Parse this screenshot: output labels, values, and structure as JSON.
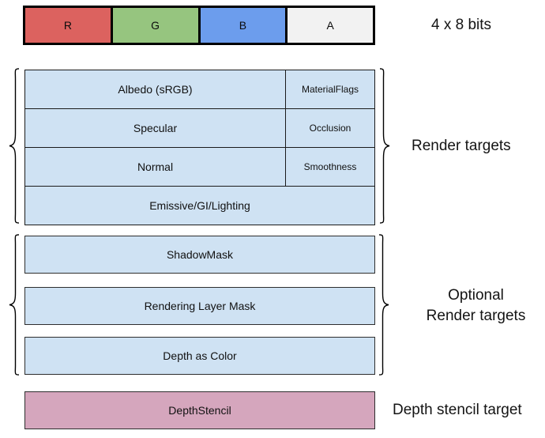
{
  "format_bar": {
    "bits_label": "4 x 8 bits",
    "cells": [
      {
        "label": "R",
        "color": "#dc625f"
      },
      {
        "label": "G",
        "color": "#96c57f"
      },
      {
        "label": "B",
        "color": "#6c9ded"
      },
      {
        "label": "A",
        "color": "#f2f2f2"
      }
    ]
  },
  "render_targets": {
    "group_label": "Render targets",
    "rows": [
      {
        "main": "Albedo (sRGB)",
        "alpha": "MaterialFlags"
      },
      {
        "main": "Specular",
        "alpha": "Occlusion"
      },
      {
        "main": "Normal",
        "alpha": "Smoothness"
      },
      {
        "main": "Emissive/GI/Lighting"
      }
    ]
  },
  "optional_targets": {
    "group_label_line1": "Optional",
    "group_label_line2": "Render targets",
    "rows": [
      "ShadowMask",
      "Rendering Layer Mask",
      "Depth as Color"
    ]
  },
  "depth_stencil": {
    "box_label": "DepthStencil",
    "group_label": "Depth stencil target"
  },
  "colors": {
    "buffer_fill": "#cfe2f3",
    "depth_stencil_fill": "#d5a6bd"
  }
}
